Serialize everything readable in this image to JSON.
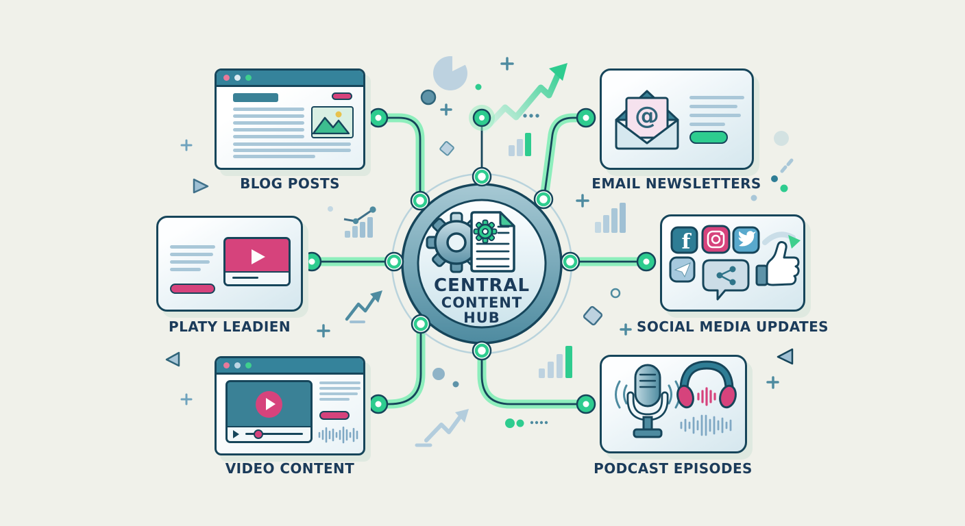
{
  "hub": {
    "line1": "CENTRAL",
    "line2": "CONTENT",
    "line3": "HUB"
  },
  "labels": {
    "blog": "BLOG POSTS",
    "email": "EMAIL NEWSLETTERS",
    "video_lead": "PLATY LEADIEN",
    "social": "SOCIAL MEDIA UPDATES",
    "video": "VIDEO CONTENT",
    "podcast": "PODCAST EPISODES"
  },
  "glyphs": {
    "email_at": "@",
    "facebook": "f"
  },
  "colors": {
    "background": "#f0f1ea",
    "accent_green": "#2ecc8f",
    "connector_band": "#8deebc",
    "teal": "#35839b",
    "pink": "#d6437c",
    "navy_outline": "#16455a",
    "muted_blue": "#a9c7d8"
  }
}
